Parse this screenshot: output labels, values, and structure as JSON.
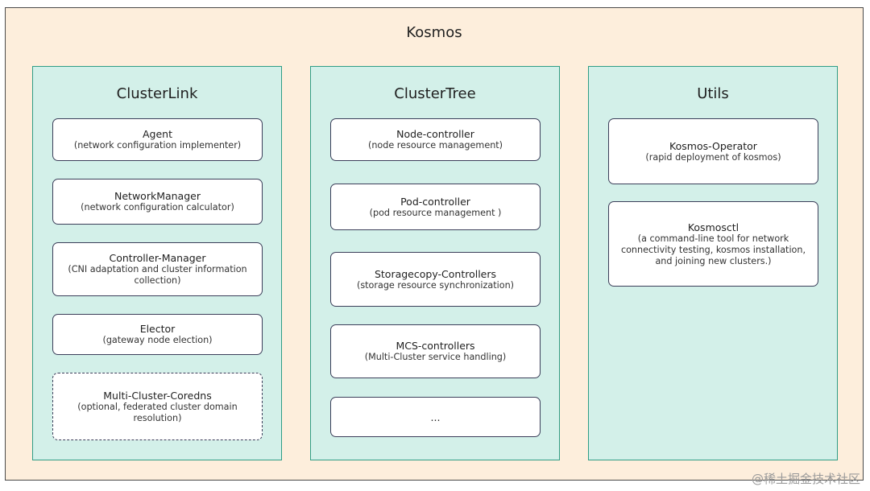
{
  "title": "Kosmos",
  "columns": [
    {
      "title": "ClusterLink",
      "boxes": [
        {
          "title": "Agent",
          "desc": "(network configuration implementer)"
        },
        {
          "title": "NetworkManager",
          "desc": "(network configuration calculator)"
        },
        {
          "title": "Controller-Manager",
          "desc": "(CNI adaptation and cluster information collection)"
        },
        {
          "title": "Elector",
          "desc": "(gateway node election)"
        },
        {
          "title": "Multi-Cluster-Coredns",
          "desc": "(optional, federated cluster domain resolution)",
          "optional": true
        }
      ]
    },
    {
      "title": "ClusterTree",
      "boxes": [
        {
          "title": "Node-controller",
          "desc": "(node resource management)"
        },
        {
          "title": "Pod-controller",
          "desc": "(pod resource management )"
        },
        {
          "title": "Storagecopy-Controllers",
          "desc": "(storage resource synchronization)"
        },
        {
          "title": "MCS-controllers",
          "desc": "(Multi-Cluster service handling)"
        },
        {
          "title": "...",
          "desc": ""
        }
      ]
    },
    {
      "title": "Utils",
      "boxes": [
        {
          "title": "Kosmos-Operator",
          "desc": "(rapid deployment of kosmos)"
        },
        {
          "title": "Kosmosctl",
          "desc": "(a command-line tool for network connectivity testing, kosmos installation, and joining new clusters.)"
        }
      ]
    }
  ],
  "watermark": "@稀土掘金技术社区"
}
